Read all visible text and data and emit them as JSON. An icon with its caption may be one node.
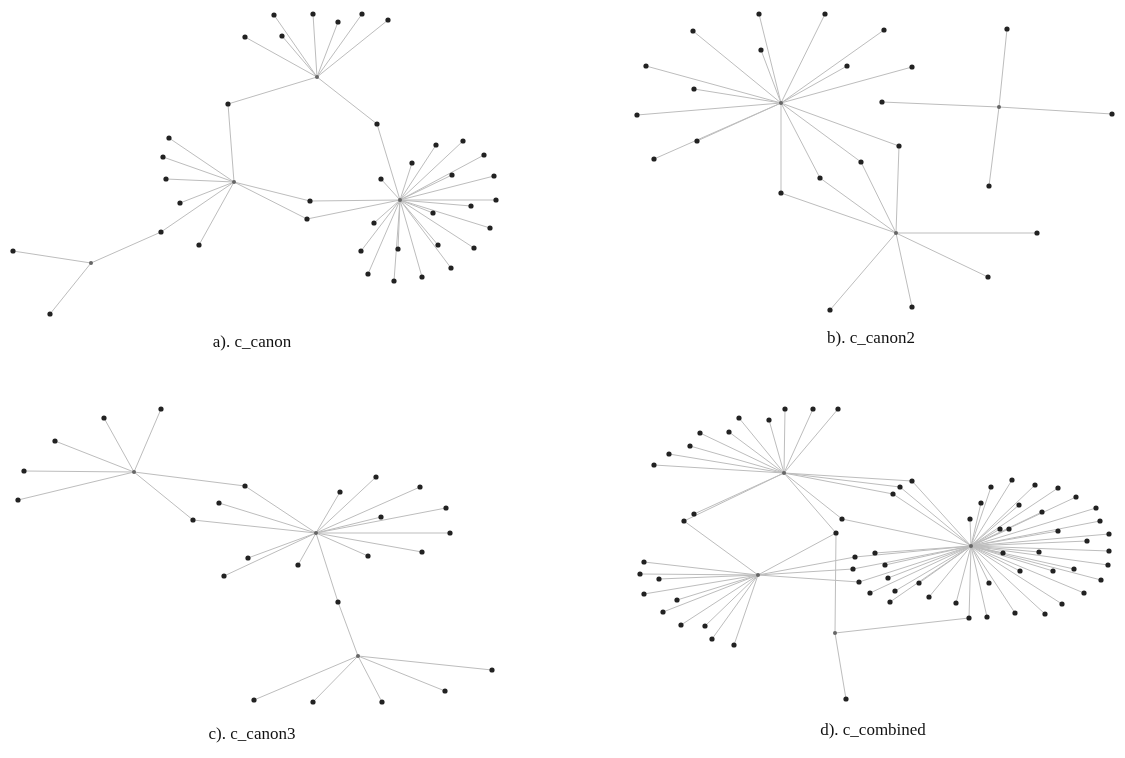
{
  "diagram": {
    "nodes": [
      {
        "text": [],
        "shape": "picture",
        "beside": [
          "a). c_canon"
        ]
      },
      {
        "text": [],
        "shape": "picture",
        "beside": [
          "b). c_canon2"
        ]
      },
      {
        "text": [],
        "shape": "picture",
        "beside": [
          "c). c_canon3"
        ]
      },
      {
        "text": [],
        "shape": "picture",
        "beside": [
          "d). c_combined"
        ]
      }
    ]
  }
}
